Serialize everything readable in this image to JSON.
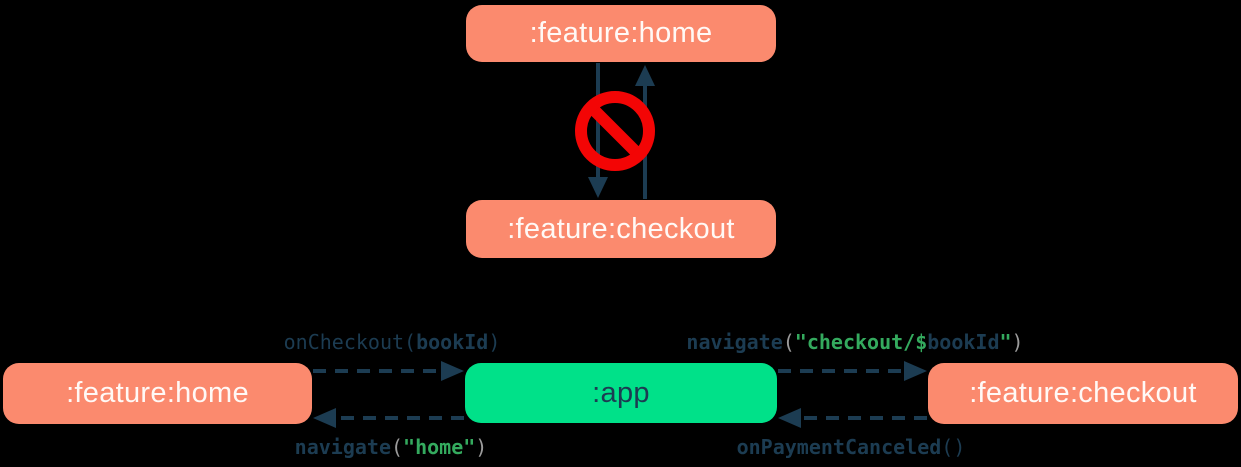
{
  "colors": {
    "background": "#000000",
    "module_box_salmon": "#FB8A6E",
    "app_box_green": "#00E189",
    "navy_text_arrows": "#1C3C52",
    "box_label_light": "#FFF9F6",
    "no_entry_red": "#F30505",
    "code_paren_gray": "#9B9B9B",
    "code_string_green": "#34AA5E"
  },
  "top_diagram": {
    "home_box": ":feature:home",
    "checkout_box": ":feature:checkout",
    "no_entry_icon": "no-entry"
  },
  "bottom_diagram": {
    "home_box": ":feature:home",
    "app_box": ":app",
    "checkout_box": ":feature:checkout",
    "labels": {
      "on_checkout": {
        "segments": [
          {
            "t": "onCheckout("
          },
          {
            "t": "bookId"
          },
          {
            "t": ")"
          }
        ]
      },
      "navigate_home": {
        "segments": [
          {
            "t": "navigate"
          },
          {
            "t": "("
          },
          {
            "t": "\"home\""
          },
          {
            "t": ")"
          }
        ]
      },
      "navigate_checkout": {
        "segments": [
          {
            "t": "navigate"
          },
          {
            "t": "("
          },
          {
            "t": "\"checkout/$"
          },
          {
            "t": "bookId"
          },
          {
            "t": "\""
          },
          {
            "t": ")"
          }
        ]
      },
      "on_payment_canceled": {
        "segments": [
          {
            "t": "onPaymentCanceled"
          },
          {
            "t": "()"
          }
        ]
      }
    }
  }
}
